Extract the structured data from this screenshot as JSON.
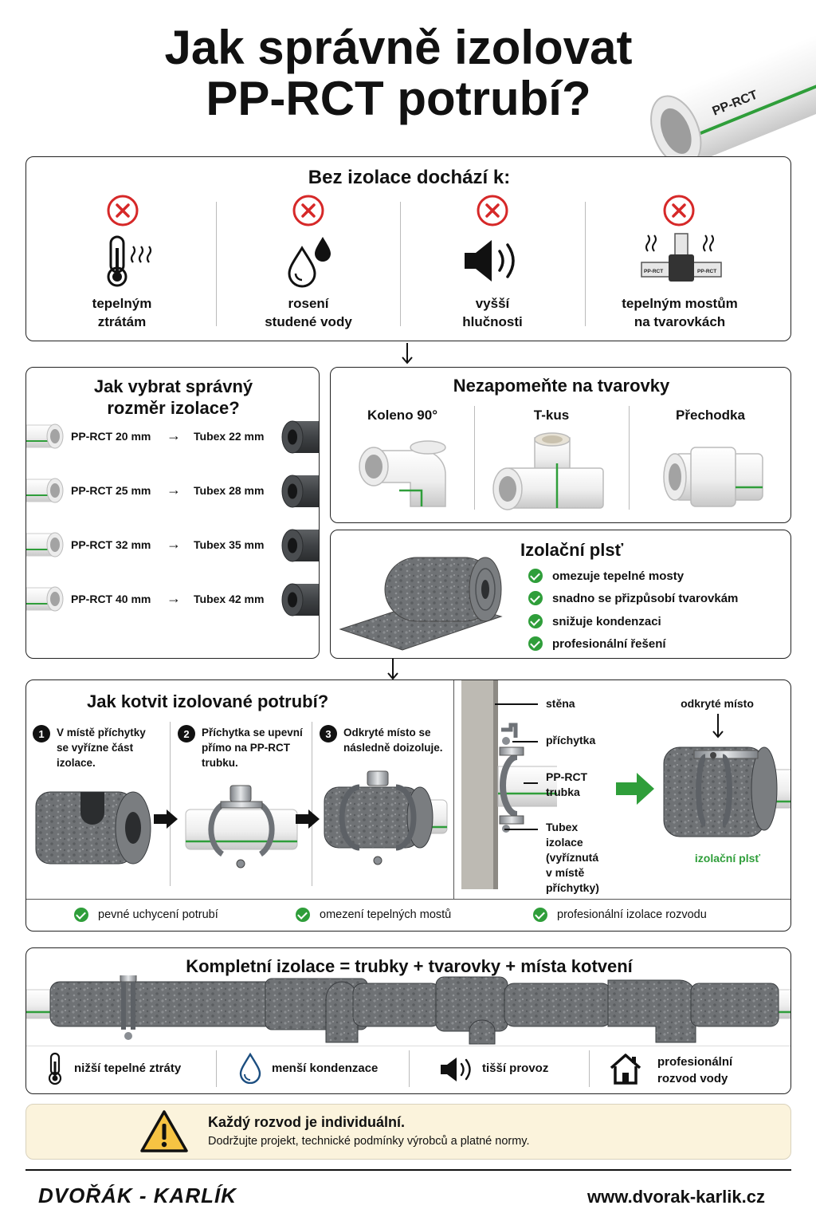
{
  "header": {
    "title_line1": "Jak správně izolovat",
    "title_line2": "PP-RCT potrubí?",
    "pipe_print": "PP-RCT"
  },
  "without_insulation": {
    "title": "Bez izolace dochází k:",
    "items": [
      {
        "line1": "tepelným",
        "line2": "ztrátám",
        "icon": "thermometer-icon"
      },
      {
        "line1": "rosení",
        "line2": "studené vody",
        "icon": "water-drops-icon"
      },
      {
        "line1": "vyšší",
        "line2": "hlučnosti",
        "icon": "speaker-icon"
      },
      {
        "line1": "tepelným mostům",
        "line2": "na tvarovkách",
        "icon": "tee-fitting-heat-icon"
      }
    ],
    "tee_labels": [
      "PP-RCT",
      "PP-RCT"
    ]
  },
  "sizing": {
    "title_line1": "Jak vybrat správný",
    "title_line2": "rozměr izolace?",
    "arrow": "→",
    "rows": [
      {
        "pipe": "PP-RCT 20 mm",
        "tubex": "Tubex 22 mm"
      },
      {
        "pipe": "PP-RCT 25 mm",
        "tubex": "Tubex 28 mm"
      },
      {
        "pipe": "PP-RCT 32 mm",
        "tubex": "Tubex 35 mm"
      },
      {
        "pipe": "PP-RCT 40 mm",
        "tubex": "Tubex 42 mm"
      }
    ]
  },
  "fittings": {
    "title": "Nezapomeňte na tvarovky",
    "items": [
      "Koleno 90°",
      "T-kus",
      "Přechodka"
    ]
  },
  "felt": {
    "title": "Izolační plsť",
    "benefits": [
      "omezuje tepelné mosty",
      "snadno se přizpůsobí tvarovkám",
      "snižuje kondenzaci",
      "profesionální řešení"
    ]
  },
  "anchoring": {
    "title": "Jak kotvit izolované potrubí?",
    "steps": [
      {
        "num": "1",
        "line1": "V místě příchytky",
        "line2": "se vyřízne část",
        "line3": "izolace."
      },
      {
        "num": "2",
        "line1": "Příchytka se upevní",
        "line2": "přímo na PP-RCT",
        "line3": "trubku."
      },
      {
        "num": "3",
        "line1": "Odkryté místo se",
        "line2": "následně doizoluje.",
        "line3": ""
      }
    ],
    "diagram_labels": {
      "wall": "stěna",
      "clamp": "příchytka",
      "pipe_line1": "PP-RCT",
      "pipe_line2": "trubka",
      "tubex_lines": [
        "Tubex",
        "izolace",
        "(vyříznutá",
        "v místě",
        "příchytky)"
      ],
      "exposed": "odkryté místo",
      "felt": "izolační plsť"
    },
    "benefits": [
      "pevné uchycení potrubí",
      "omezení tepelných mostů",
      "profesionální izolace rozvodu"
    ]
  },
  "complete": {
    "title": "Kompletní izolace = trubky + tvarovky + místa kotvení",
    "benefits": [
      {
        "line1": "nižší tepelné ztráty",
        "line2": "",
        "icon": "thermometer-icon"
      },
      {
        "line1": "menší kondenzace",
        "line2": "",
        "icon": "drop-icon"
      },
      {
        "line1": "tišší provoz",
        "line2": "",
        "icon": "speaker-icon"
      },
      {
        "line1": "profesionální",
        "line2": "rozvod vody",
        "icon": "house-icon"
      }
    ]
  },
  "notice": {
    "title": "Každý rozvod je individuální.",
    "text": "Dodržujte projekt, technické podmínky výrobců a platné normy."
  },
  "footer": {
    "logo": "DVOŘÁK - KARLÍK",
    "url": "www.dvorak-karlik.cz"
  },
  "colors": {
    "accent_green": "#2f9e3a",
    "error_red": "#d62828",
    "notice_bg": "#fbf3dc",
    "warning_yellow": "#f6c343",
    "felt_gray": "#6b6e70"
  }
}
